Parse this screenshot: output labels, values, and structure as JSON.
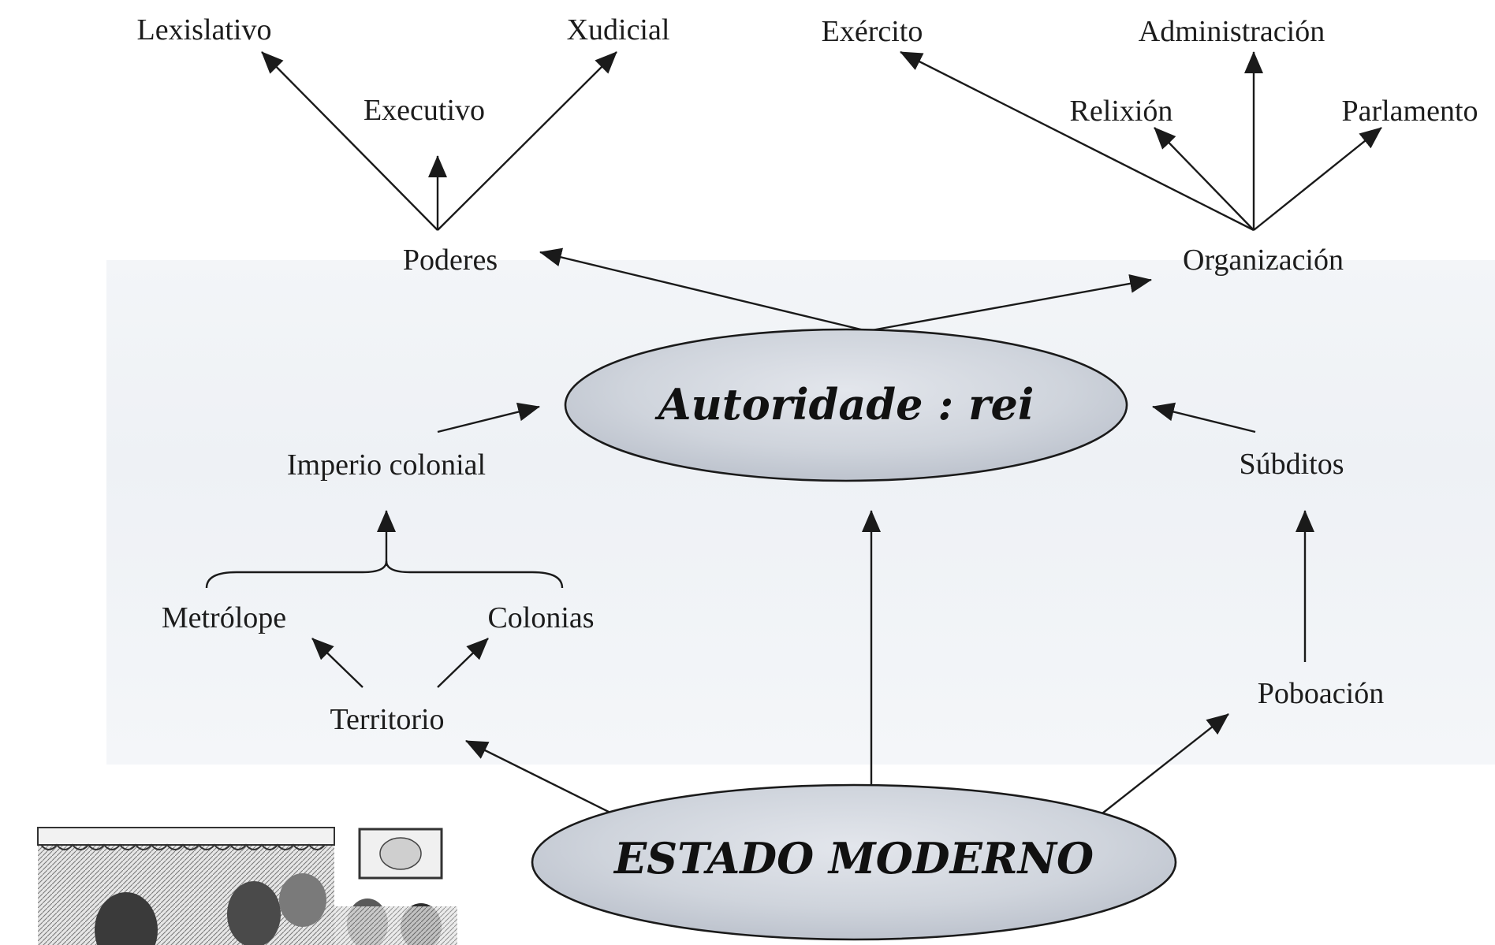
{
  "diagram": {
    "ellipses": {
      "rei": {
        "label": "Autoridade : rei"
      },
      "estado": {
        "label": "ESTADO MODERNO"
      }
    },
    "nodes": {
      "lexislativo": "Lexislativo",
      "xudicial": "Xudicial",
      "executivo": "Executivo",
      "poderes": "Poderes",
      "exercito": "Exército",
      "administracion": "Administración",
      "relixion": "Relixión",
      "parlamento": "Parlamento",
      "organizacion": "Organización",
      "imperio": "Imperio colonial",
      "subditos": "Súbditos",
      "metrolope": "Metrólope",
      "colonias": "Colonias",
      "territorio": "Territorio",
      "poboacion": "Poboación"
    },
    "edges": [
      {
        "from": "rei",
        "to": "poderes"
      },
      {
        "from": "rei",
        "to": "organizacion"
      },
      {
        "from": "poderes",
        "to": "lexislativo"
      },
      {
        "from": "poderes",
        "to": "executivo"
      },
      {
        "from": "poderes",
        "to": "xudicial"
      },
      {
        "from": "organizacion",
        "to": "exercito"
      },
      {
        "from": "organizacion",
        "to": "relixion"
      },
      {
        "from": "organizacion",
        "to": "administracion"
      },
      {
        "from": "organizacion",
        "to": "parlamento"
      },
      {
        "from": "imperio",
        "to": "rei"
      },
      {
        "from": "subditos",
        "to": "rei"
      },
      {
        "from": "metrolope+colonias",
        "to": "imperio"
      },
      {
        "from": "territorio",
        "to": "metrolope"
      },
      {
        "from": "territorio",
        "to": "colonias"
      },
      {
        "from": "estado",
        "to": "territorio"
      },
      {
        "from": "estado",
        "to": "rei"
      },
      {
        "from": "estado",
        "to": "poboacion"
      },
      {
        "from": "poboacion",
        "to": "subditos"
      }
    ],
    "colors": {
      "ellipse_fill_top": "#c4c9d2",
      "ellipse_fill_bottom": "#dfe3ea",
      "ink": "#1a1a1a"
    }
  }
}
